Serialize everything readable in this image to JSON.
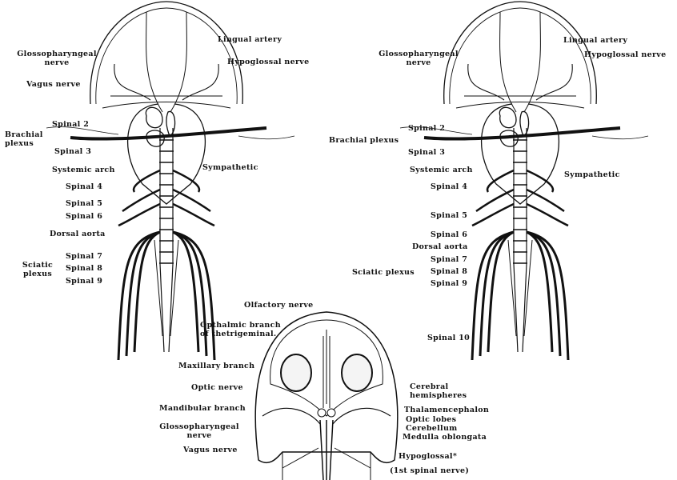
{
  "left_figure": {
    "lingual_artery": "Lingual artery",
    "glossopharyngeal_1": "Glossopharyngeal",
    "glossopharyngeal_2": "nerve",
    "hypoglossal_nerve": "Hypoglossal nerve",
    "vagus_nerve": "Vagus nerve",
    "spinal_2": "Spinal 2",
    "brachial_plexus_1": "Brachial",
    "brachial_plexus_2": "plexus",
    "spinal_3": "Spinal 3",
    "systemic_arch": "Systemic arch",
    "sympathetic": "Sympathetic",
    "spinal_4": "Spinal 4",
    "spinal_5": "Spinal 5",
    "spinal_6": "Spinal 6",
    "dorsal_aorta": "Dorsal aorta",
    "spinal_7": "Spinal 7",
    "sciatic_plexus_1": "Sciatic",
    "sciatic_plexus_2": "plexus",
    "spinal_8": "Spinal 8",
    "spinal_9": "Spinal 9"
  },
  "right_figure": {
    "lingual_artery": "Lingual artery",
    "glossopharyngeal_1": "Glossopharyngeal",
    "glossopharyngeal_2": "nerve",
    "hypoglossal_nerve": "Hypoglossal nerve",
    "spinal_2": "Spinal 2",
    "brachial_plexus": "Brachial plexus",
    "spinal_3": "Spinal 3",
    "systemic_arch": "Systemic arch",
    "sympathetic": "Sympathetic",
    "spinal_4": "Spinal 4",
    "spinal_5": "Spinal 5",
    "spinal_6": "Spinal 6",
    "dorsal_aorta": "Dorsal aorta",
    "spinal_7": "Spinal 7",
    "sciatic_plexus": "Sciatic plexus",
    "spinal_8": "Spinal 8",
    "spinal_9": "Spinal 9",
    "spinal_10": "Spinal 10"
  },
  "head_figure": {
    "olfactory_nerve": "Olfactory nerve",
    "ophthalmic_1": "Opthalmic branch",
    "ophthalmic_2": "of thetrigeminal.",
    "maxillary_branch": "Maxillary branch",
    "optic_nerve": "Optic nerve",
    "mandibular_branch": "Mandibular branch",
    "glossopharyngeal_1": "Glossopharyngeal",
    "glossopharyngeal_2": "nerve",
    "vagus_nerve": "Vagus nerve",
    "cerebral_1": "Cerebral",
    "cerebral_2": "hemispheres",
    "thalamencephalon": "Thalamencephalon",
    "optic_lobes": "Optic lobes",
    "cerebellum": "Cerebellum",
    "medulla_oblongata": "Medulla oblongata",
    "hypoglossal": "Hypoglossal*",
    "first_spinal_nerve": "(1st spinal nerve)"
  }
}
